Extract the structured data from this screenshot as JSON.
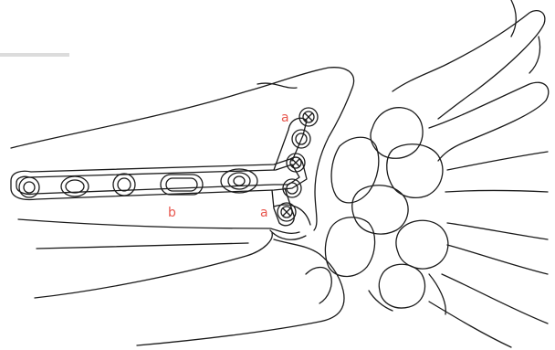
{
  "labels": {
    "a_top": "a",
    "a_bottom": "a",
    "b": "b"
  },
  "colors": {
    "label": "#e8584f",
    "line": "#1a1a1a",
    "bar": "#dcdcdc"
  }
}
